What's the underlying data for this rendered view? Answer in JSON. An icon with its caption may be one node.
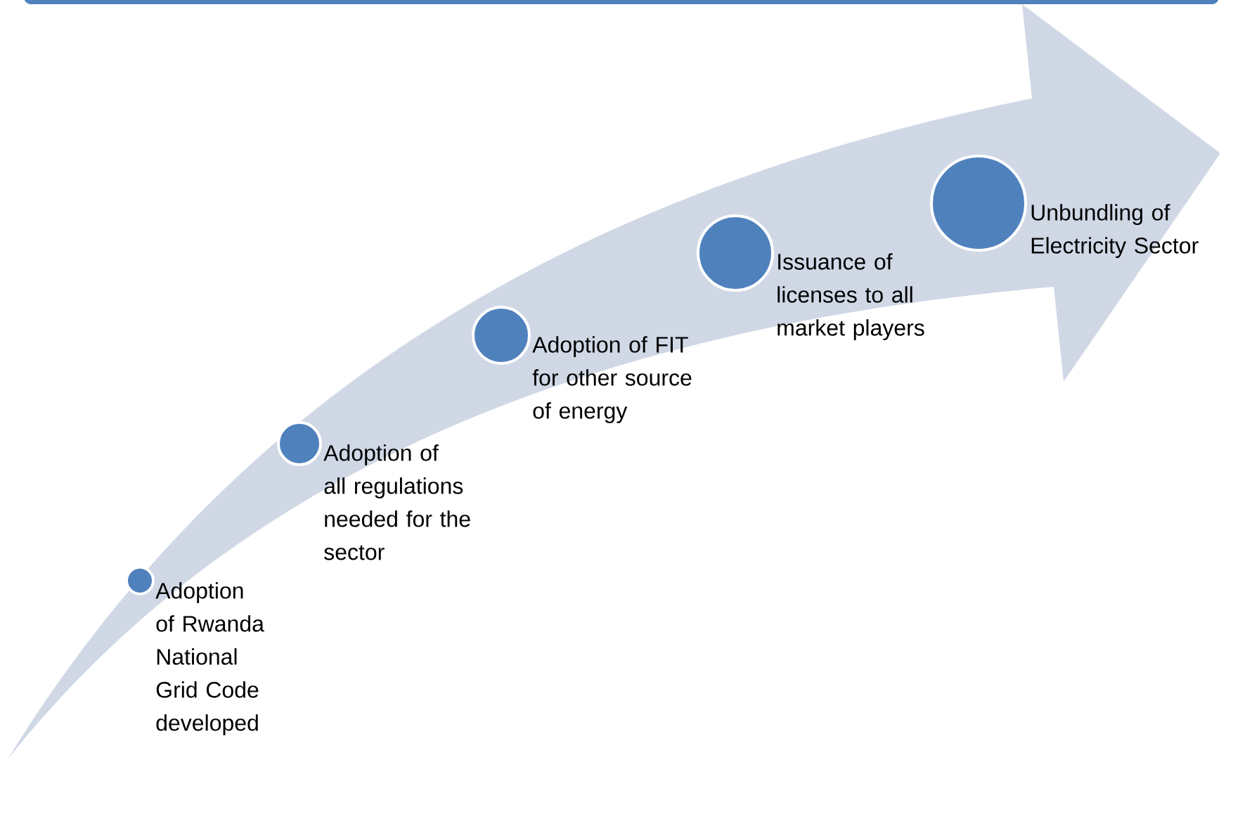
{
  "diagram": {
    "nodes": [
      {
        "text": [],
        "shape": "circle",
        "beside": [
          "Adoption of Rwanda National Grid Code developed"
        ]
      },
      {
        "text": [],
        "shape": "circle",
        "beside": [
          "Adoption of all regulations needed for the sector"
        ]
      },
      {
        "text": [],
        "shape": "circle",
        "beside": [
          "Adoption of FIT for other source of energy"
        ]
      },
      {
        "text": [],
        "shape": "circle",
        "beside": [
          "Issuance of licenses to all market players"
        ]
      },
      {
        "text": [],
        "shape": "circle",
        "beside": [
          "Unbundling of Electricity Sector"
        ]
      }
    ]
  }
}
